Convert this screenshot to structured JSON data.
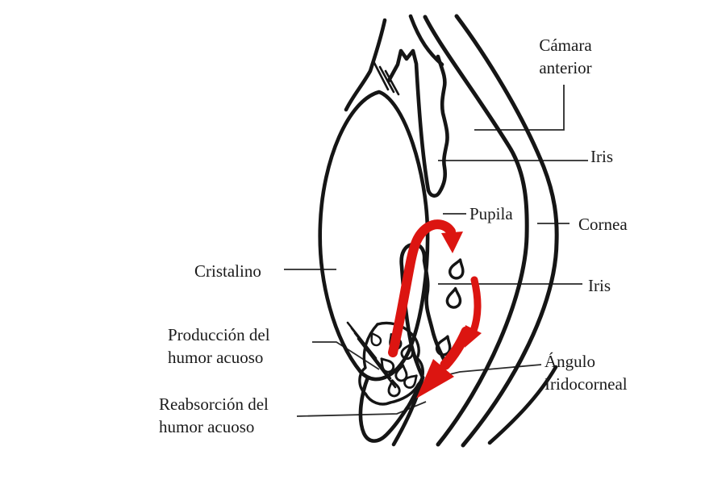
{
  "diagram": {
    "subject": "eye-anterior-segment-aqueous-humor-flow",
    "labels": {
      "camara_anterior": {
        "line1": "Cámara",
        "line2": "anterior"
      },
      "iris_top": "Iris",
      "pupila": "Pupila",
      "cornea": "Cornea",
      "iris_mid": "Iris",
      "cristalino": "Cristalino",
      "produccion": {
        "line1": "Producción del",
        "line2": "humor acuoso"
      },
      "angulo": {
        "line1": "Ángulo",
        "line2": "Iridocorneal"
      },
      "reabsorcion": {
        "line1": "Reabsorción del",
        "line2": "humor acuoso"
      }
    },
    "colors": {
      "ink": "#151515",
      "leader": "#2a2a2a",
      "arrow": "#dc1511",
      "text": "#1b1b1b",
      "background": "#ffffff"
    }
  }
}
